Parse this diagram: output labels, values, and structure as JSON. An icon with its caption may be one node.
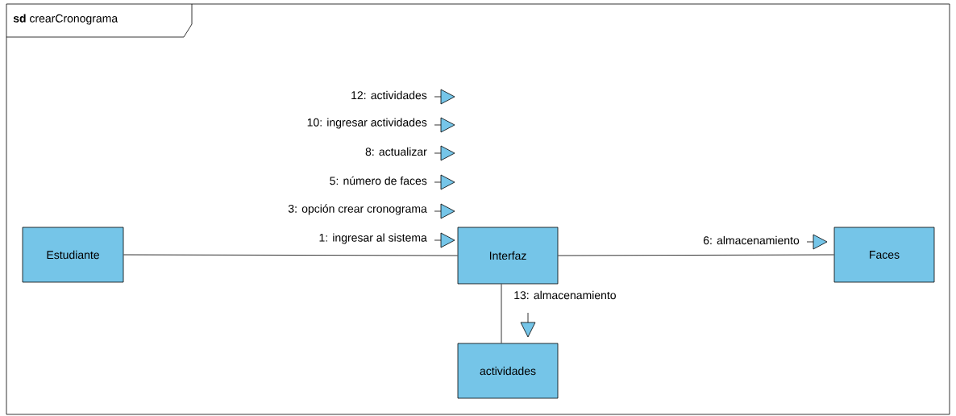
{
  "diagram": {
    "nodes": [
      {
        "text": [
          "**sd** crearCronograma"
        ]
      },
      {
        "text": [
          "Estudiante"
        ],
        "in": 0
      },
      {
        "text": [
          "Interfaz"
        ],
        "in": 0
      },
      {
        "text": [
          "Faces"
        ],
        "in": 0
      },
      {
        "text": [
          "actividades"
        ],
        "in": 0
      }
    ],
    "edges": [
      {
        "from": 1,
        "to": 2,
        "arrow": "none"
      },
      {
        "from": 2,
        "to": 3,
        "arrow": "none"
      },
      {
        "from": 2,
        "to": 4,
        "arrow": "none"
      }
    ],
    "labels": [
      "12: actividades",
      "10: ingresar actividades",
      "8: actualizar",
      "5: número de faces",
      "3: opción crear cronograma",
      "1: ingresar al sistema",
      "6: almacenamiento",
      "13: almacenamiento"
    ]
  }
}
